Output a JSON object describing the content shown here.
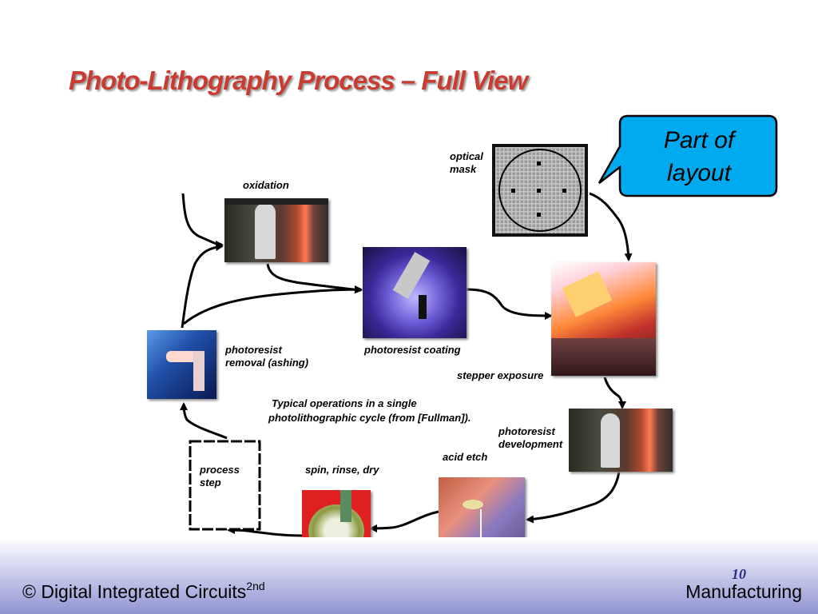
{
  "title": "Photo-Lithography Process – Full View",
  "callout": {
    "line1": "Part of",
    "line2": "layout"
  },
  "labels": {
    "optical_mask_1": "optical",
    "optical_mask_2": "mask",
    "oxidation": "oxidation",
    "photoresist_removal_1": "photoresist",
    "photoresist_removal_2": "removal (ashing)",
    "photoresist_coating": "photoresist coating",
    "stepper_exposure": "stepper exposure",
    "caption_1": "Typical operations in a single",
    "caption_2": "photolithographic cycle (from [Fullman]).",
    "photoresist_development_1": "photoresist",
    "photoresist_development_2": "development",
    "acid_etch": "acid etch",
    "process_step_1": "process",
    "process_step_2": "step",
    "spin_rinse_dry": "spin, rinse, dry"
  },
  "footer": {
    "left": "© Digital Integrated Circuits",
    "left_sup": "2nd",
    "right": "Manufacturing",
    "page": "10"
  },
  "colors": {
    "title": "#c83c32",
    "callout_fill": "#00aaee",
    "footer_band": "#8f93d2"
  }
}
